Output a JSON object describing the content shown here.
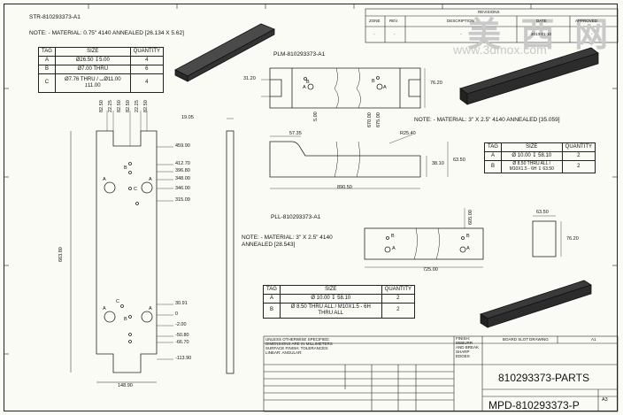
{
  "str": {
    "title": "STR-810293373-A1",
    "note": "NOTE:    - MATERIAL: 0.75\" 4140 ANNEALED [26.134 X 5.62]",
    "table_headers": [
      "TAG",
      "SIZE",
      "QUANTITY"
    ],
    "rows": [
      [
        "A",
        "Ø26.50 ↧5.00",
        "4"
      ],
      [
        "B",
        "Ø7.00 THRU",
        "6"
      ],
      [
        "C",
        "Ø7.76 THRU / ⌴Ø11.00 ↧11.00",
        "4"
      ]
    ],
    "dims_top": [
      "82.50",
      "22.25",
      "82.50",
      "82.50",
      "22.25",
      "82.50"
    ],
    "dims_right": [
      "459.90",
      "412.70",
      "396.80",
      "348.00",
      "346.00",
      "315.09",
      "30.91",
      "0",
      "-2.00",
      "-50.80",
      "-66.70",
      "-113.90"
    ],
    "dim_height": "663.80",
    "dim_width": "148.90",
    "dim_side": "19.05"
  },
  "plm": {
    "title": "PLM-810293373-A1",
    "dims": [
      "31.20",
      "5.00",
      "670.00",
      "675.00",
      "76.20"
    ],
    "note": "NOTE:    - MATERIAL: 3\" X 2.5\" 4140 ANNEALED [35.059]",
    "table_headers": [
      "TAG",
      "SIZE",
      "QUANTITY"
    ],
    "rows": [
      [
        "A",
        "Ø 10.00 ↧ 58.10",
        "2"
      ],
      [
        "B",
        "Ø 8.50 THRU ALL / M10X1.5 - 6H ↧ 63.50",
        "2"
      ]
    ],
    "side_dims": [
      "57.35",
      "R25.40",
      "38.10",
      "63.50",
      "890.50"
    ]
  },
  "pll": {
    "title": "PLL-810293373-A1",
    "note": "NOTE:    - MATERIAL: 3\" X 2.5\" 4140 ANNEALED [28.543]",
    "dims": [
      "605.00",
      "725.00",
      "63.50",
      "76.20"
    ],
    "table_headers": [
      "TAG",
      "SIZE",
      "QUANTITY"
    ],
    "rows": [
      [
        "A",
        "Ø 10.00 ↧ 58.10",
        "2"
      ],
      [
        "B",
        "Ø 8.50 THRU ALL / M10X1.5 - 6H THRU ALL",
        "2"
      ]
    ]
  },
  "labels": {
    "A": "A",
    "B": "B",
    "C": "C"
  },
  "revision_block": {
    "headers": [
      "ZONE",
      "REV.",
      "DESCRIPTION",
      "DATE",
      "APPROVED"
    ],
    "title": "REVISIONS",
    "row": [
      "-",
      "-",
      "-",
      "2013-01-10",
      "-"
    ]
  },
  "title_block": {
    "part_no": "810293373-PARTS",
    "dwg_no": "MPD-810293373-P",
    "size": "A3",
    "drawn_by": "A1",
    "small_left": "UNLESS OTHERWISE SPECIFIED: DIMENSIONS ARE IN MILLIMETERS SURFACE FINISH: TOLERANCES: LINEAR: ANGULAR:",
    "small_mid": "FINISH: DEBURR AND BREAK SHARP EDGES",
    "small_title": "BOARD SLOT DRAWING"
  },
  "watermark": {
    "cn": "美 西 网",
    "url": "www.3dmox.com"
  }
}
